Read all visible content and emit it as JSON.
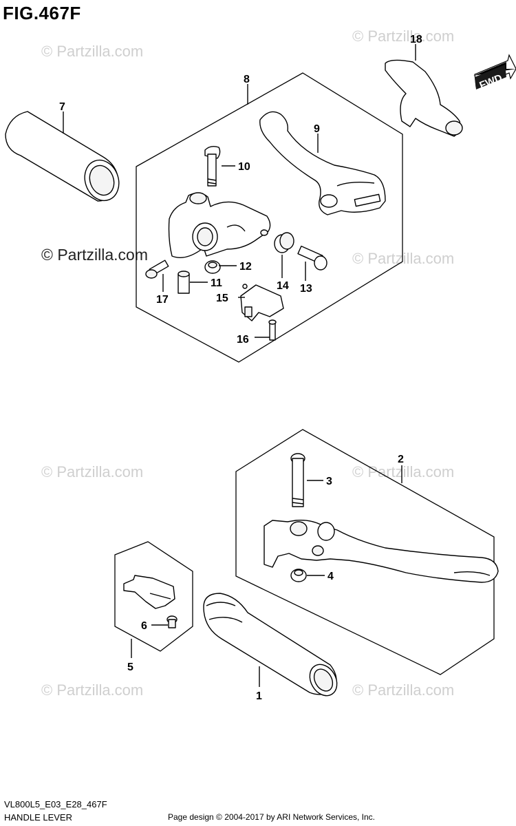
{
  "figure": {
    "title": "FIG.467F",
    "fwd_label": "FWD"
  },
  "watermarks": {
    "text": "© Partzilla.com",
    "text_dark": "© Partzilla.com"
  },
  "callouts": {
    "c1": "1",
    "c2": "2",
    "c3": "3",
    "c4": "4",
    "c5": "5",
    "c6": "6",
    "c7": "7",
    "c8": "8",
    "c9": "9",
    "c10": "10",
    "c11": "11",
    "c12": "12",
    "c13": "13",
    "c14": "14",
    "c15": "15",
    "c16": "16",
    "c17": "17",
    "c18": "18"
  },
  "footer": {
    "model_code": "VL800L5_E03_E28_467F",
    "section_name": "HANDLE LEVER",
    "copyright": "Page design © 2004-2017 by ARI Network Services, Inc."
  }
}
